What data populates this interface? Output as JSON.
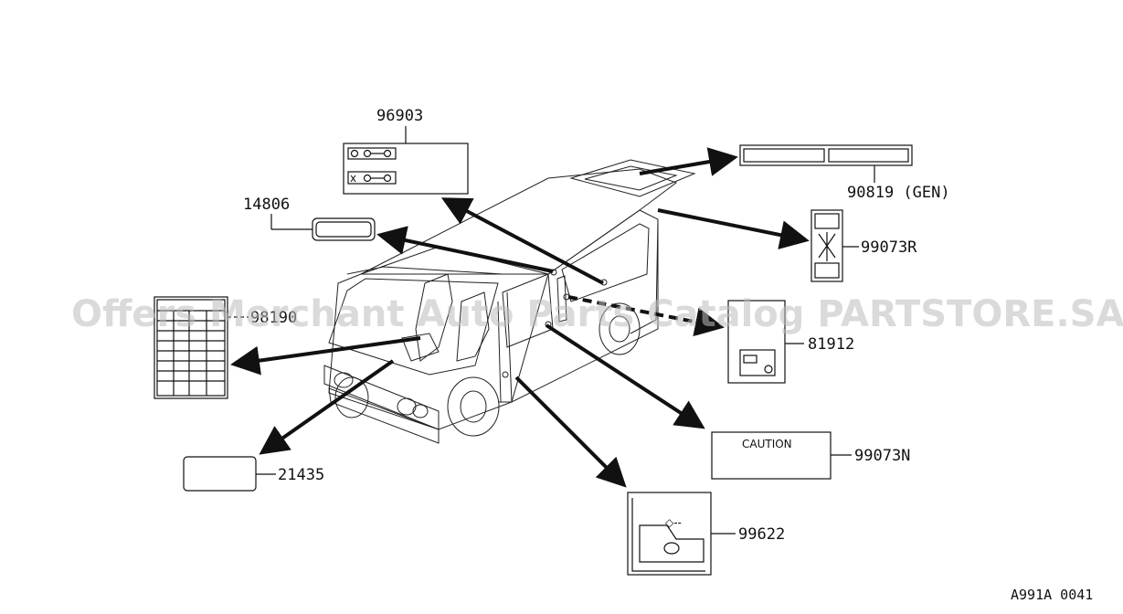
{
  "parts": {
    "p96903": "96903",
    "p14806": "14806",
    "p90819": "90819 (GEN)",
    "p99073r": "99073R",
    "p81912": "81912",
    "p99073n": "99073N",
    "p99622": "99622",
    "p21435": "21435",
    "p98190": "98190"
  },
  "caution_text": "CAUTION",
  "figure_code": "A991A 0041",
  "watermark": "Offers Merchant Auto Parts Catalog PARTSTORE.SA"
}
